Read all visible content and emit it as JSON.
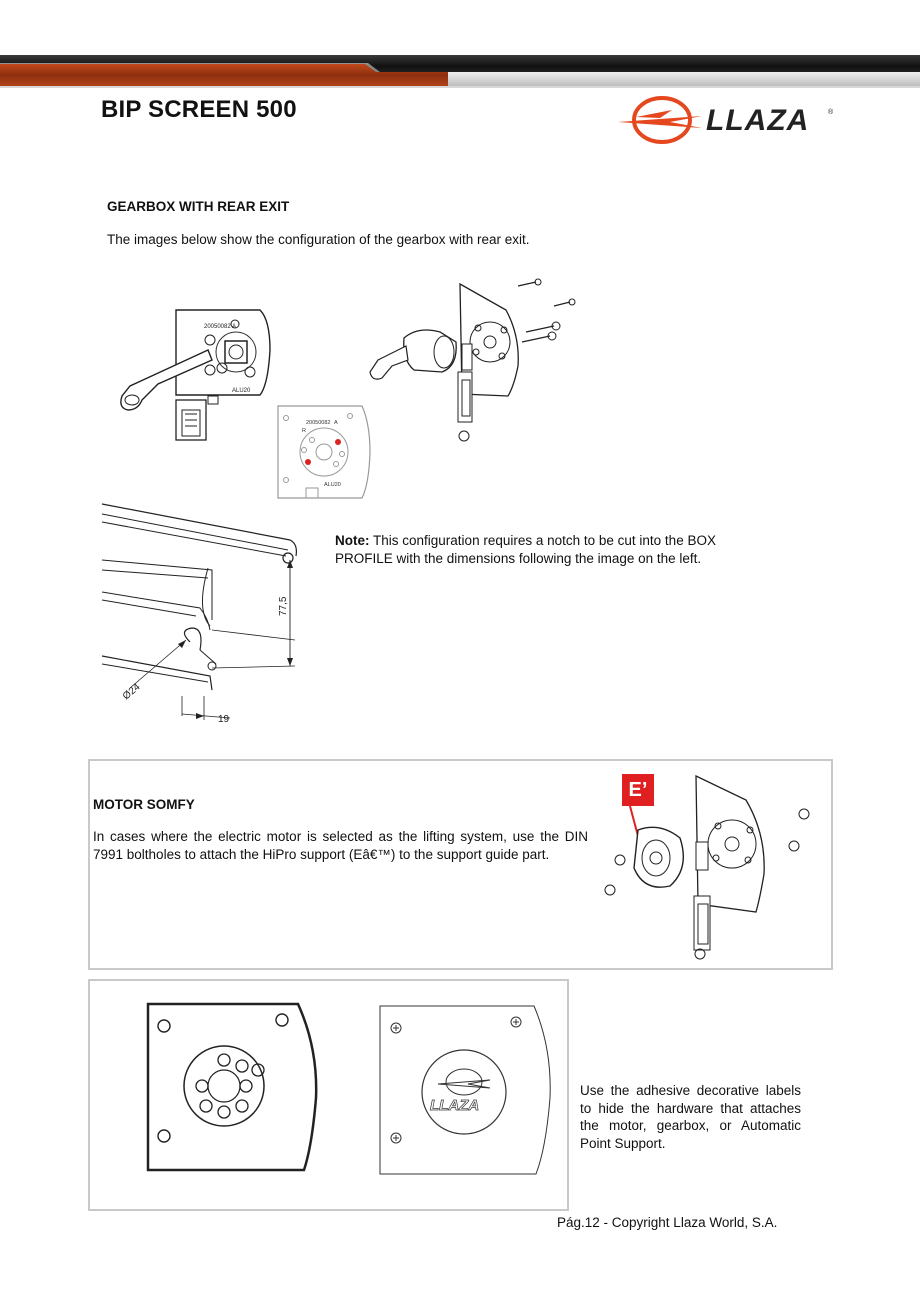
{
  "header": {
    "title": "BIP  SCREEN 500",
    "brand": "LLAZA",
    "brand_mark": "®"
  },
  "gearbox": {
    "heading": "GEARBOX WITH REAR EXIT",
    "intro": "The images below show the configuration of the gearbox with rear exit.",
    "drawing_labels": {
      "code": "20050082",
      "rev": "A",
      "r_mark": "R",
      "part": "ALU20"
    }
  },
  "note": {
    "label": "Note:",
    "text": "This configuration requires a notch to be cut into the BOX PROFILE with the dimensions following the image on the left."
  },
  "profile_dims": {
    "height": "77,5",
    "diameter": "Ø24",
    "width": "19"
  },
  "motor": {
    "heading": "MOTOR SOMFY",
    "text": "In cases where the electric motor is selected as the lifting system, use the DIN 7991 boltholes to attach the HiPro support (Eâ€™) to the support guide part.",
    "callout": "E’"
  },
  "labels_section": {
    "text": "Use the adhesive decorative labels to hide the hardware that attaches the motor, gearbox, or Automatic Point Support.",
    "label_brand": "LLAZA"
  },
  "footer": {
    "text": "Pág.12 - Copyright Llaza World, S.A."
  },
  "colors": {
    "brand_orange": "#e5481f",
    "callout_red": "#e02020",
    "header_dark": "#1e1e1e",
    "header_rust": "#a33a14"
  }
}
